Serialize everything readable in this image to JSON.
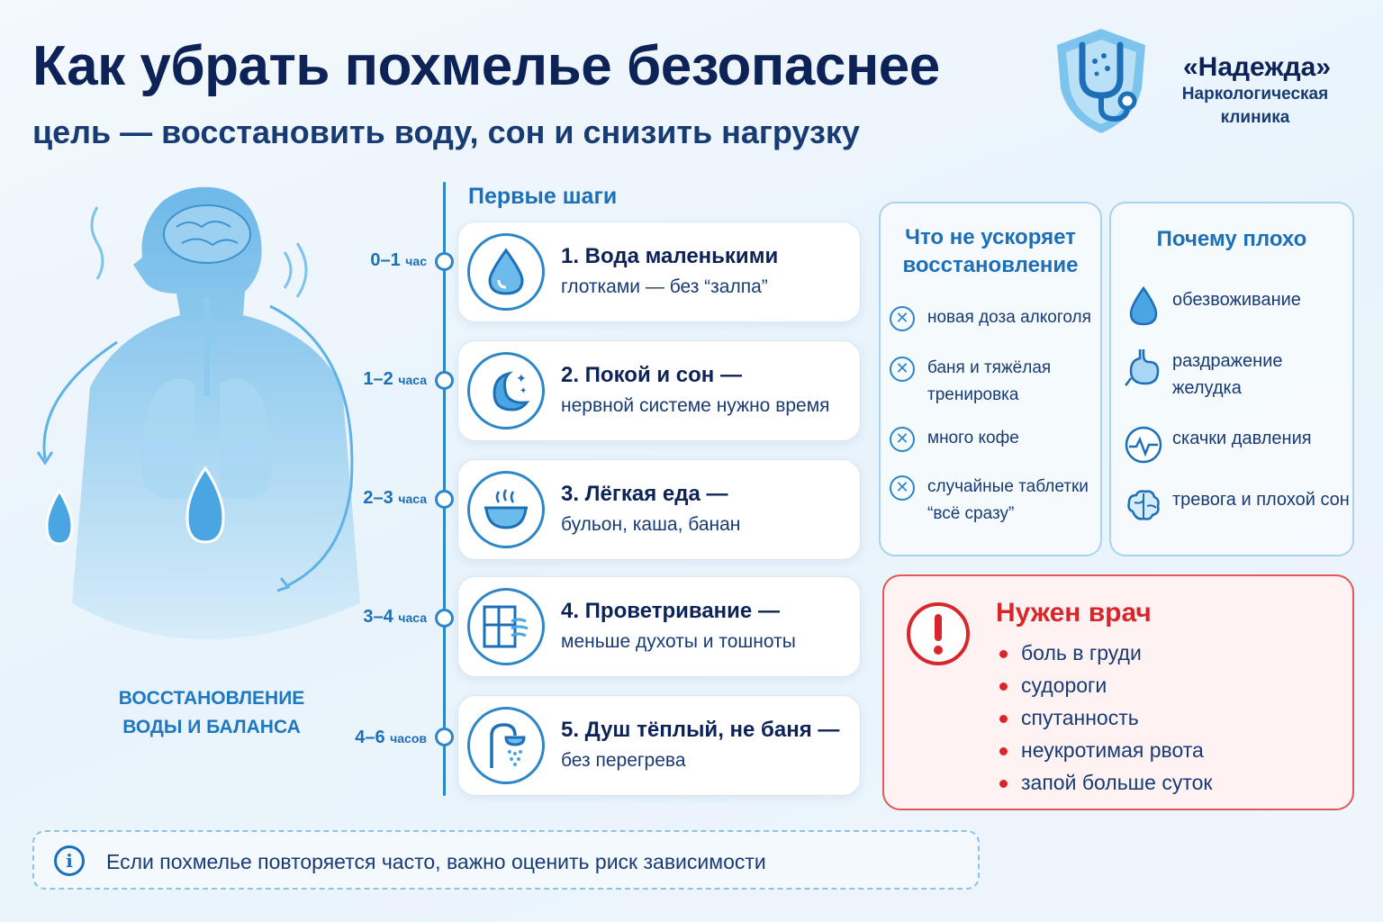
{
  "header": {
    "title": "Как убрать похмелье безопаснее",
    "subtitle": "цель — восстановить воду, сон и снизить нагрузку"
  },
  "logo": {
    "name": "«Надежда»",
    "line1": "Наркологическая",
    "line2": "клиника"
  },
  "illustration": {
    "caption_line1": "ВОССТАНОВЛЕНИЕ",
    "caption_line2": "ВОДЫ И БАЛАНСА"
  },
  "steps": {
    "heading": "Первые шаги",
    "items": [
      {
        "time": "0–1",
        "unit": "час",
        "title": "1. Вода маленькими",
        "text": "глотками — без “залпа”",
        "icon": "water-drop-icon"
      },
      {
        "time": "1–2",
        "unit": "часа",
        "title": "2. Покой и сон —",
        "text": "нервной системе нужно время",
        "icon": "moon-icon"
      },
      {
        "time": "2–3",
        "unit": "часа",
        "title": "3. Лёгкая еда —",
        "text": "бульон, каша, банан",
        "icon": "bowl-icon"
      },
      {
        "time": "3–4",
        "unit": "часа",
        "title": "4. Проветривание —",
        "text": "меньше духоты и тошноты",
        "icon": "window-icon"
      },
      {
        "time": "4–6",
        "unit": "часов",
        "title": "5. Душ тёплый, не баня —",
        "text": "без перегрева",
        "icon": "shower-icon"
      }
    ]
  },
  "not_faster": {
    "title_line1": "Что не ускоряет",
    "title_line2": "восстановление",
    "items": [
      {
        "line1": "новая доза алкоголя",
        "line2": ""
      },
      {
        "line1": "баня и тяжёлая",
        "line2": "тренировка"
      },
      {
        "line1": "много кофе",
        "line2": ""
      },
      {
        "line1": "случайные таблетки",
        "line2": "“всё сразу”"
      }
    ]
  },
  "why_bad": {
    "title": "Почему плохо",
    "items": [
      {
        "line1": "обезвоживание",
        "line2": "",
        "icon": "drop-icon"
      },
      {
        "line1": "раздражение",
        "line2": "желудка",
        "icon": "stomach-icon"
      },
      {
        "line1": "скачки давления",
        "line2": "",
        "icon": "pulse-icon"
      },
      {
        "line1": "тревога и плохой сон",
        "line2": "",
        "icon": "brain-icon"
      }
    ]
  },
  "doctor": {
    "title": "Нужен врач",
    "items": [
      "боль в груди",
      "судороги",
      "спутанность",
      "неукротимая рвота",
      "запой больше суток"
    ],
    "accent": "#d9262b"
  },
  "info": {
    "text": "Если похмелье повторяется часто, важно оценить риск зависимости"
  },
  "colors": {
    "primary": "#1d6fb8",
    "dark": "#0d2357",
    "danger": "#d9262b",
    "panel_border": "#a9d3ee"
  }
}
